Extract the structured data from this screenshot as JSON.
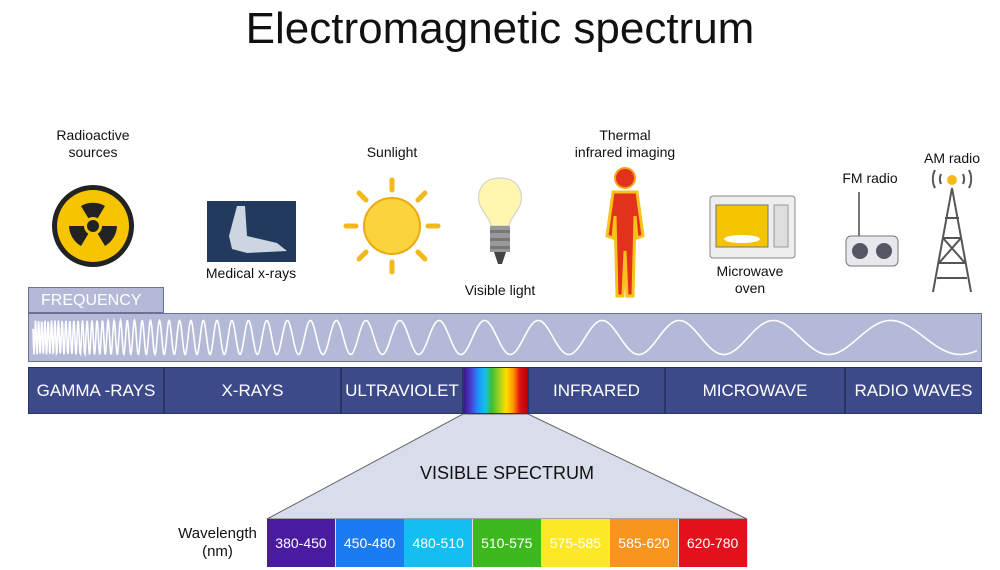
{
  "title": "Electromagnetic spectrum",
  "sources": {
    "radioactive": "Radioactive\nsources",
    "xray": "Medical x-rays",
    "sun": "Sunlight",
    "visible": "Visible light",
    "thermal": "Thermal\ninfrared imaging",
    "microwave": "Microwave\noven",
    "fm": "FM radio",
    "am": "AM radio"
  },
  "frequency_label": "FREQUENCY",
  "bands": [
    {
      "label": "GAMMA -RAYS"
    },
    {
      "label": "X-RAYS"
    },
    {
      "label": "ULTRAVIOLET"
    },
    {
      "label": ""
    },
    {
      "label": "INFRARED"
    },
    {
      "label": "MICROWAVE"
    },
    {
      "label": "RADIO WAVES"
    }
  ],
  "visible_spectrum": {
    "title": "VISIBLE SPECTRUM",
    "axis_label": "Wavelength\n(nm)",
    "ranges": [
      {
        "label": "380-450",
        "color": "#4a1aa0"
      },
      {
        "label": "450-480",
        "color": "#1a7cf0"
      },
      {
        "label": "480-510",
        "color": "#12bff0"
      },
      {
        "label": "510-575",
        "color": "#3db81e"
      },
      {
        "label": "575-585",
        "color": "#fde828"
      },
      {
        "label": "585-620",
        "color": "#f7951e"
      },
      {
        "label": "620-780",
        "color": "#e4101c"
      }
    ]
  }
}
